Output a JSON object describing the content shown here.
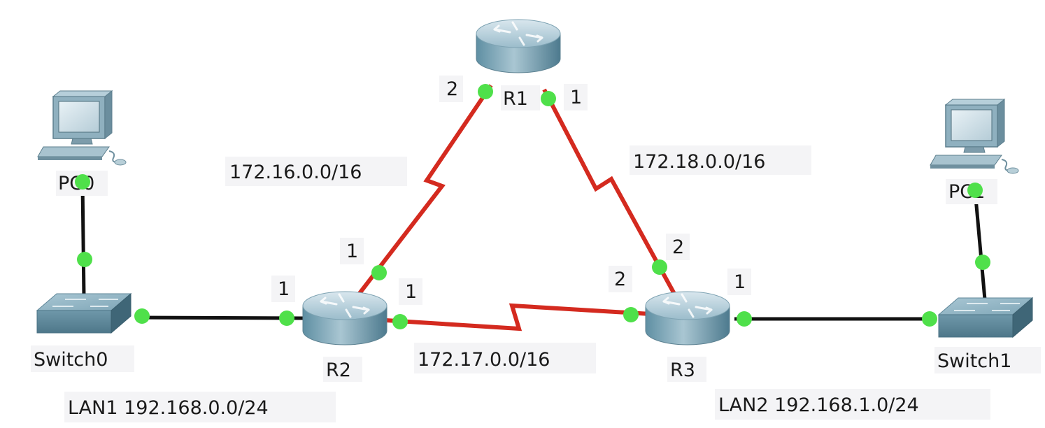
{
  "devices": {
    "r1": "R1",
    "r2": "R2",
    "r3": "R3",
    "pc0": "PC0",
    "pc1": "PC1",
    "switch0": "Switch0",
    "switch1": "Switch1"
  },
  "networks": {
    "r1_r2": "172.16.0.0/16",
    "r1_r3": "172.18.0.0/16",
    "r2_r3": "172.17.0.0/16",
    "lan1": "LAN1 192.168.0.0/24",
    "lan2": "LAN2 192.168.1.0/24"
  },
  "ports": {
    "r1_left": "2",
    "r1_right": "1",
    "r2_top": "1",
    "r2_left": "1",
    "r2_right": "1",
    "r3_top": "2",
    "r3_left": "2",
    "r3_right": "1"
  },
  "colors": {
    "serial_link": "#d42a1f",
    "ethernet_link": "#111111",
    "port_up": "#4fe04a",
    "label_background": "#f4f4f6"
  },
  "icons": {
    "router": "router-icon",
    "switch": "switch-icon",
    "pc": "pc-icon"
  }
}
